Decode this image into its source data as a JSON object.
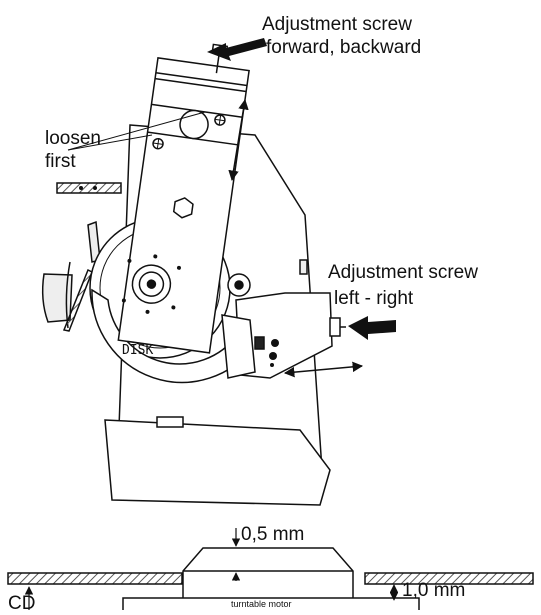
{
  "labels": {
    "screw_fb_line1": "Adjustment screw",
    "screw_fb_line2": "forward, backward",
    "loosen_line1": "loosen",
    "loosen_line2": "first",
    "screw_lr_line1": "Adjustment screw",
    "screw_lr_line2": "left - right",
    "disk": "DISK",
    "dim_05": "0,5 mm",
    "dim_10": "1,0 mm",
    "cd": "CD",
    "turntable_motor": "turntable motor"
  },
  "colors": {
    "line": "#111111",
    "hatch": "#555555",
    "fill": "#ffffff",
    "shade": "#d8d8d8"
  }
}
